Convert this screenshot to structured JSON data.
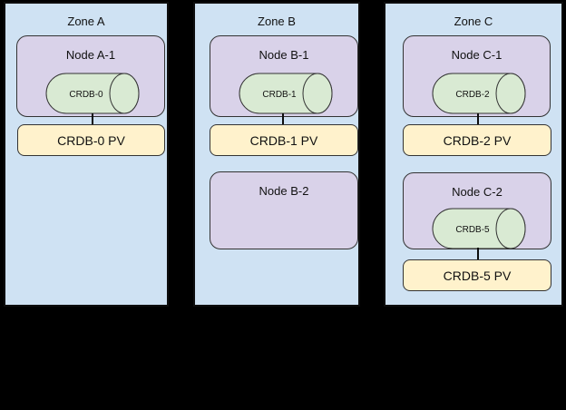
{
  "colors": {
    "canvas_bg": "#000000",
    "zone_fill": "#cfe2f3",
    "node_fill": "#d9d2e9",
    "db_fill": "#d9ead3",
    "pv_fill": "#fff2cc",
    "border_dark": "#0d0d0d",
    "border_soft": "#333333"
  },
  "diagram": {
    "zones": [
      {
        "label": "Zone A",
        "nodes": [
          {
            "label": "Node A-1",
            "db": "CRDB-0",
            "pv": "CRDB-0 PV"
          }
        ]
      },
      {
        "label": "Zone B",
        "nodes": [
          {
            "label": "Node B-1",
            "db": "CRDB-1",
            "pv": "CRDB-1 PV"
          },
          {
            "label": "Node B-2"
          }
        ]
      },
      {
        "label": "Zone C",
        "nodes": [
          {
            "label": "Node C-1",
            "db": "CRDB-2",
            "pv": "CRDB-2 PV"
          },
          {
            "label": "Node C-2",
            "db": "CRDB-5",
            "pv": "CRDB-5 PV"
          }
        ]
      }
    ]
  }
}
